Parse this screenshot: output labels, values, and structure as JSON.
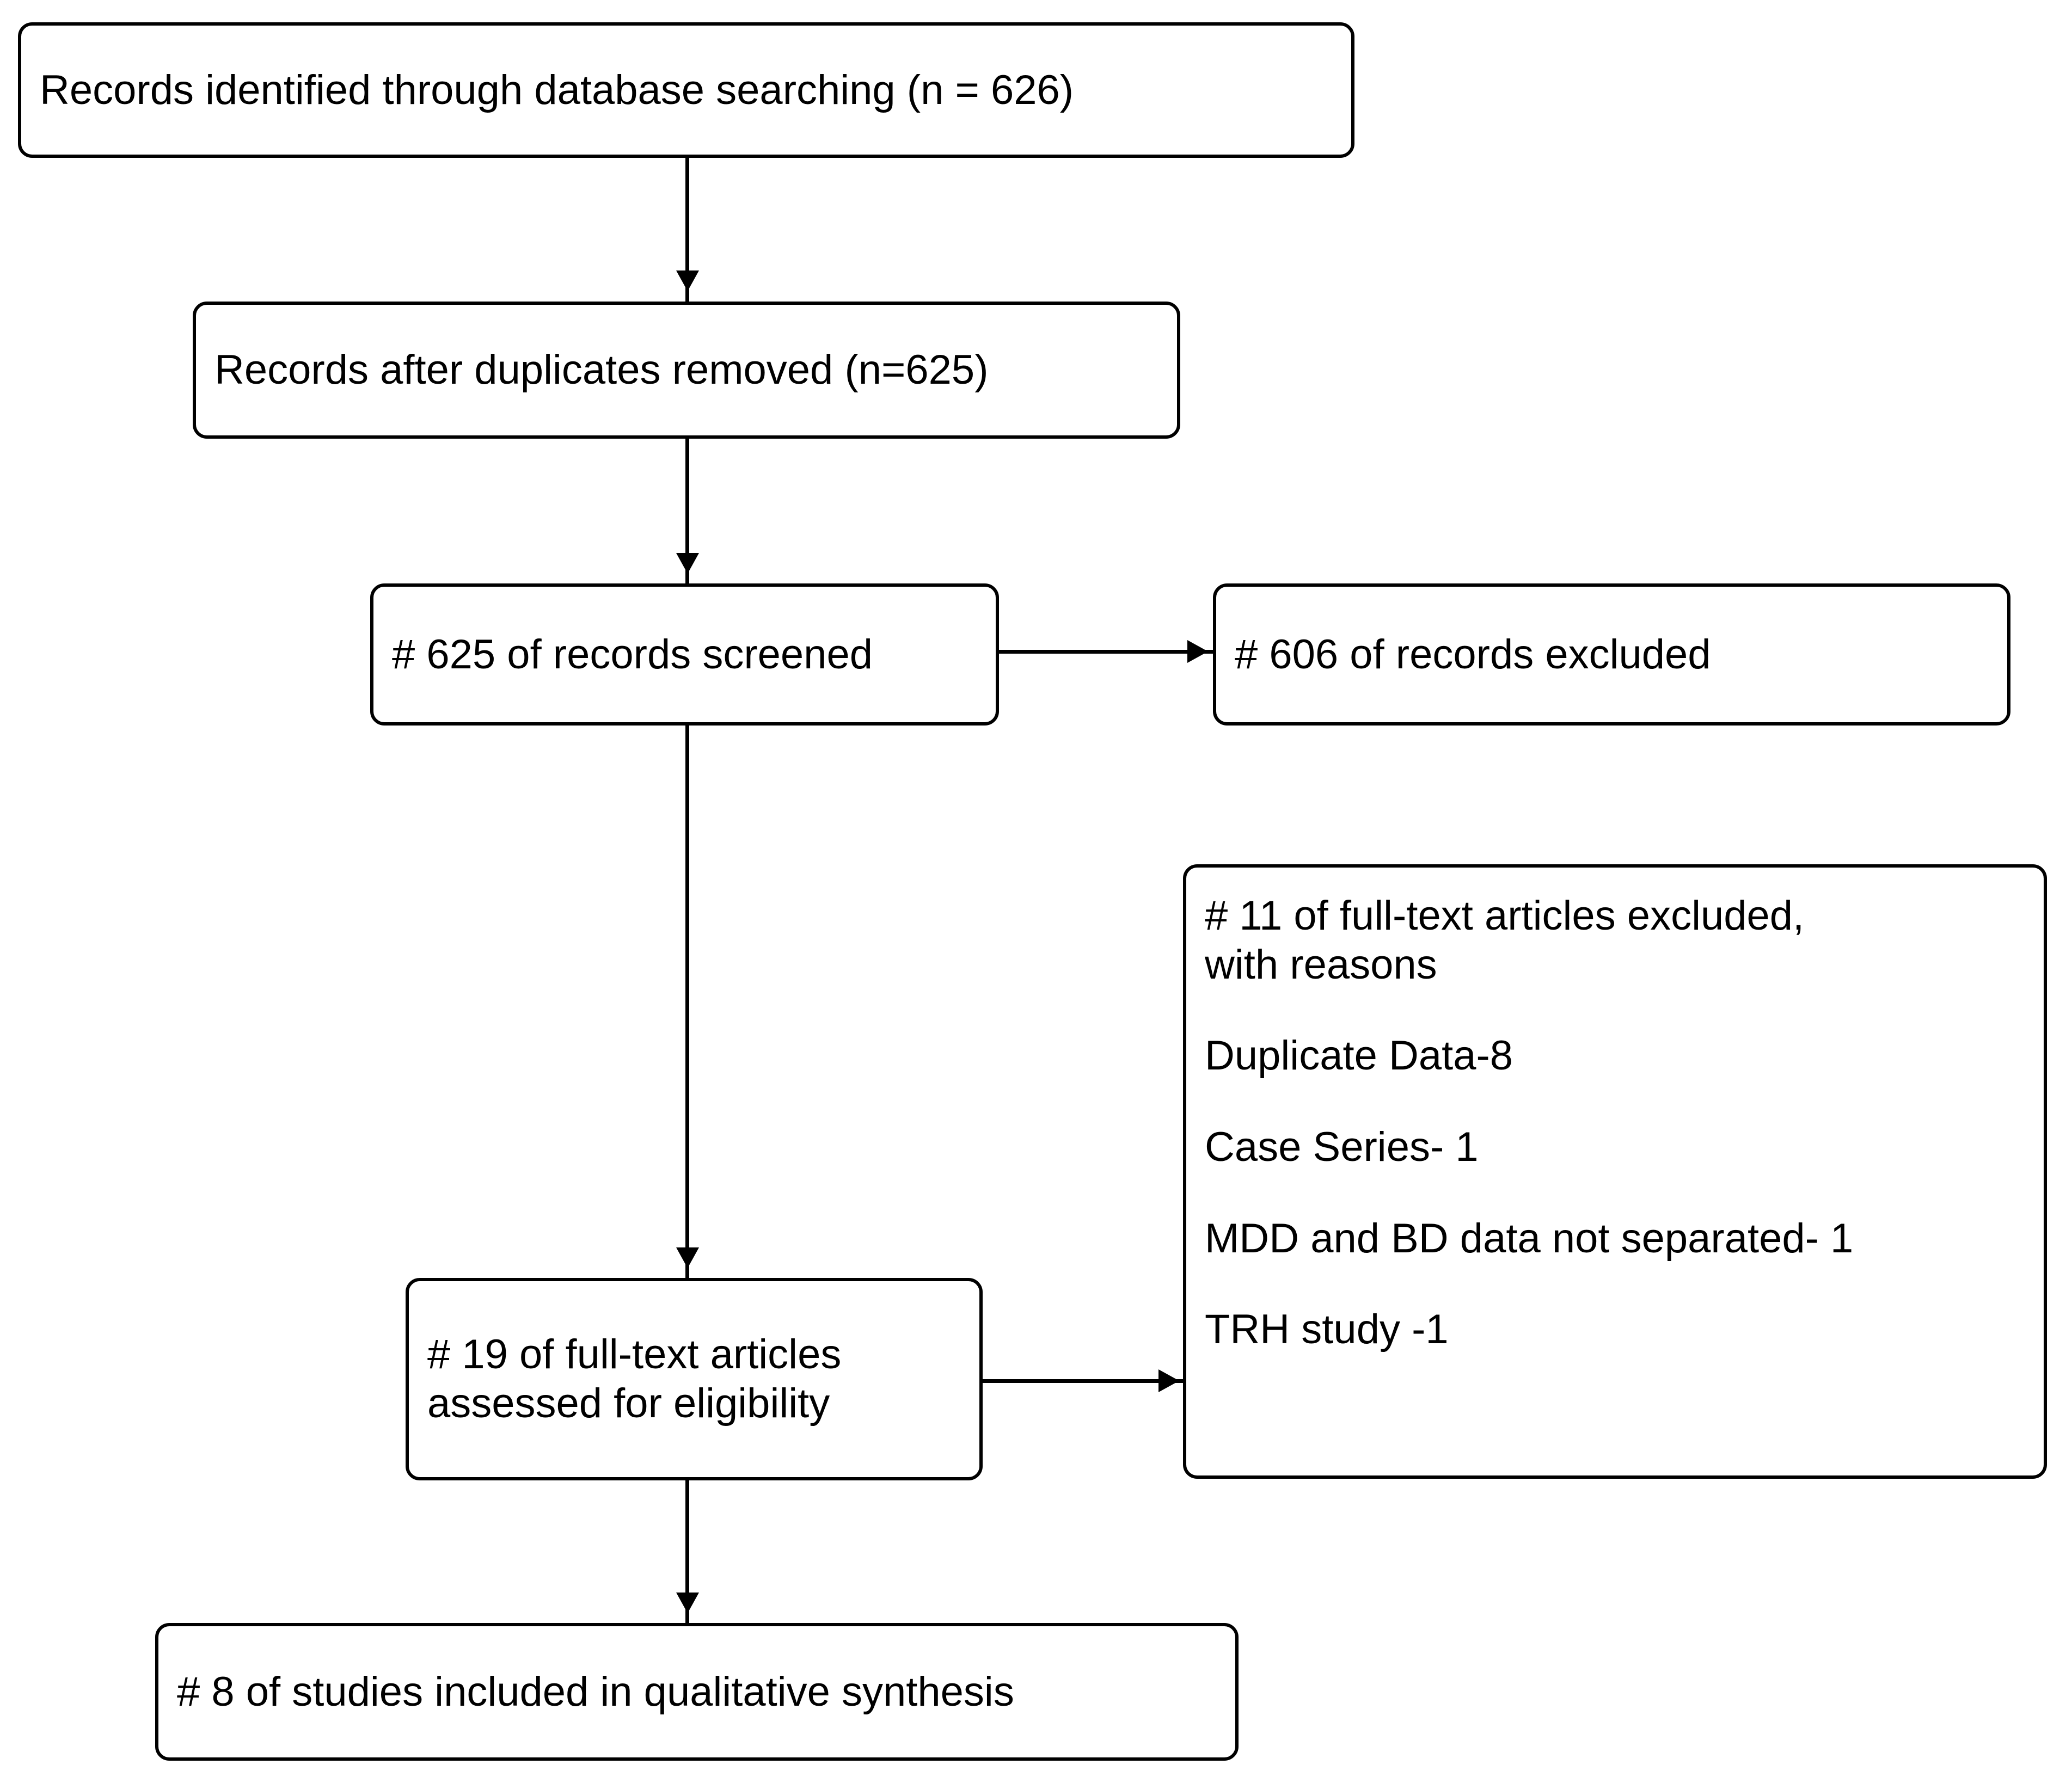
{
  "diagram": {
    "type": "prisma-flow-diagram",
    "title": "",
    "nodes": [
      {
        "id": "identified",
        "name": "records-identified-box",
        "text": "Records identified through database searching (n = 626)",
        "count": 626
      },
      {
        "id": "deduplicated",
        "name": "records-after-duplicates-box",
        "text": "Records after duplicates removed (n=625)",
        "count": 625
      },
      {
        "id": "screened",
        "name": "records-screened-box",
        "text": "# 625 of records screened",
        "count": 625
      },
      {
        "id": "excluded",
        "name": "records-excluded-box",
        "text": "# 606 of records excluded",
        "count": 606
      },
      {
        "id": "eligibility",
        "name": "full-text-assessed-box",
        "text": "# 19 of full-text articles\nassessed for eligibility",
        "count": 19
      },
      {
        "id": "included",
        "name": "studies-included-box",
        "text": "# 8 of studies included in qualitative synthesis",
        "count": 8
      }
    ],
    "reasons_box": {
      "id": "fulltext-excluded-reasons",
      "name": "full-text-excluded-reasons-box",
      "heading": "# 11 of full-text articles excluded,\nwith reasons",
      "count": 11,
      "lines": [
        "Duplicate Data-8",
        "Case Series- 1",
        "MDD and BD data not separated- 1",
        "TRH study -1"
      ]
    },
    "connectors": [
      {
        "name": "arrow-identified-to-deduplicated",
        "from": "identified",
        "to": "deduplicated",
        "direction": "down"
      },
      {
        "name": "arrow-deduplicated-to-screened",
        "from": "deduplicated",
        "to": "screened",
        "direction": "down"
      },
      {
        "name": "arrow-screened-to-excluded",
        "from": "screened",
        "to": "excluded",
        "direction": "right"
      },
      {
        "name": "arrow-screened-to-eligibility",
        "from": "screened",
        "to": "eligibility",
        "direction": "down"
      },
      {
        "name": "arrow-eligibility-to-reasons",
        "from": "eligibility",
        "to": "fulltext-excluded-reasons",
        "direction": "right"
      },
      {
        "name": "arrow-eligibility-to-included",
        "from": "eligibility",
        "to": "included",
        "direction": "down"
      }
    ],
    "colors": {
      "stroke": "#000000",
      "fill": "#ffffff",
      "text": "#000000"
    }
  }
}
